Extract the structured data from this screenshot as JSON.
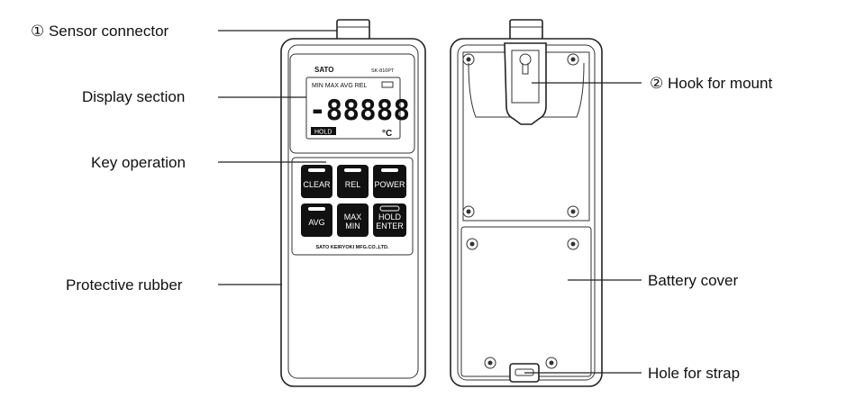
{
  "labels": {
    "sensor_connector": "① Sensor connector",
    "display_section": "Display section",
    "key_operation": "Key operation",
    "protective_rubber": "Protective rubber",
    "hook_for_mount": "② Hook for mount",
    "battery_cover": "Battery cover",
    "hole_for_strap": "Hole for strap"
  },
  "device": {
    "brand": "SATO",
    "model": "SK-810PT",
    "lcd": {
      "indicators": "MIN MAX AVG REL",
      "digits": "-88888",
      "hold": "HOLD",
      "unit": "°C"
    },
    "buttons": [
      "CLEAR",
      "REL",
      "POWER",
      "AVG",
      "MAX",
      "MIN",
      "HOLD",
      "ENTER"
    ],
    "maker": "SATO KEIRYOKI MFG.CO.,LTD."
  },
  "colors": {
    "line": "#222222",
    "button": "#111111"
  }
}
